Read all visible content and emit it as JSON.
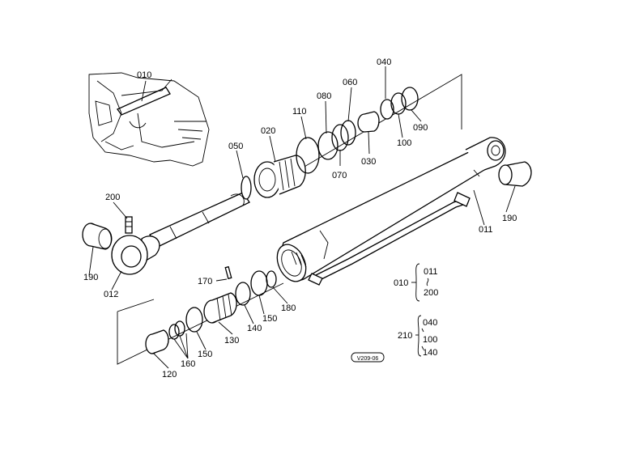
{
  "diagram": {
    "part_labels": {
      "p010": "010",
      "p011": "011",
      "p012": "012",
      "p020": "020",
      "p030": "030",
      "p040": "040",
      "p050": "050",
      "p060": "060",
      "p070": "070",
      "p080": "080",
      "p090": "090",
      "p100": "100",
      "p110": "110",
      "p120": "120",
      "p130": "130",
      "p140": "140",
      "p150a": "150",
      "p150b": "150",
      "p160": "160",
      "p170": "170",
      "p180": "180",
      "p190a": "190",
      "p190b": "190",
      "p200": "200"
    },
    "legend": {
      "group_010": {
        "label": "010",
        "items": [
          "011",
          "200"
        ]
      },
      "group_210": {
        "label": "210",
        "items": [
          "040",
          "100",
          "140"
        ]
      }
    },
    "drawing_code": "V209-06"
  }
}
